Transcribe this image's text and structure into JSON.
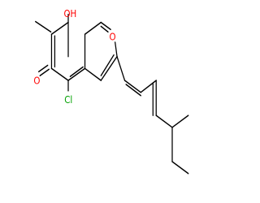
{
  "molecule": {
    "labels": {
      "hydroxyl": "OH",
      "ring_oxygen": "O",
      "ketone_oxygen": "O",
      "chlorine": "Cl"
    },
    "colors": {
      "bond": "#000000",
      "oxygen": "#ff0000",
      "chlorine": "#00a000",
      "background": "#ffffff"
    }
  }
}
